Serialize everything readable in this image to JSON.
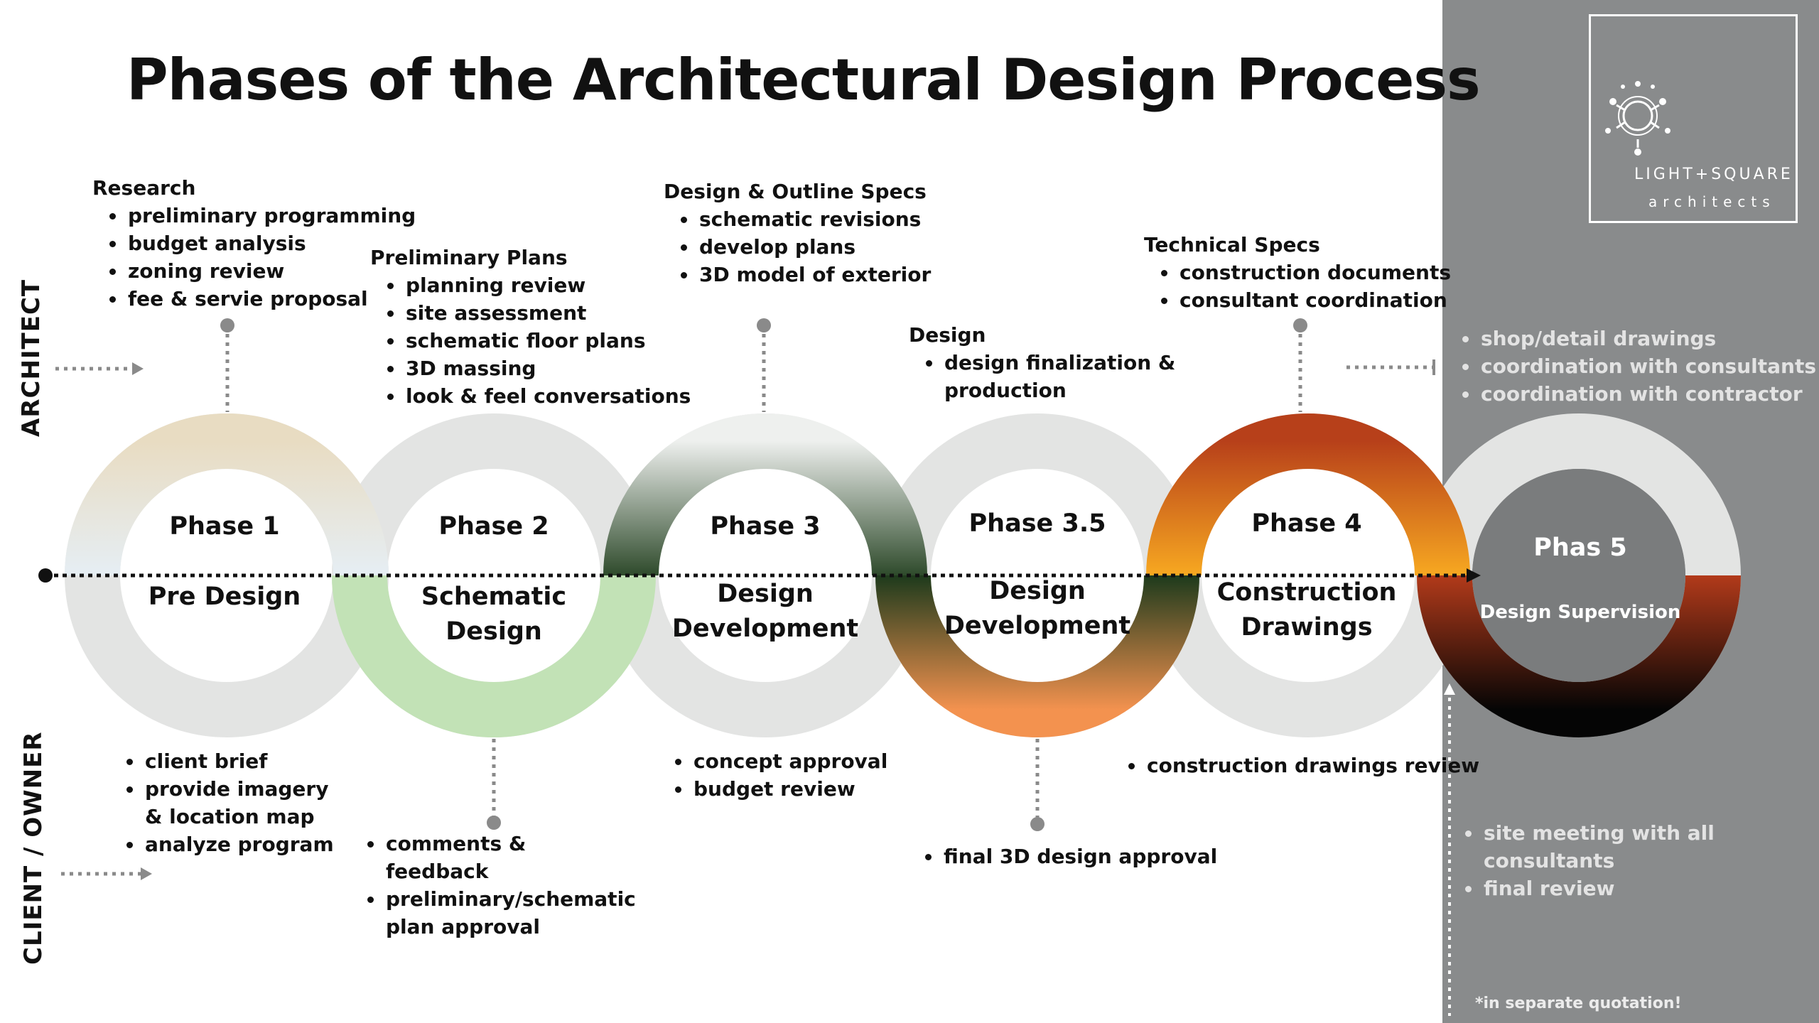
{
  "title": "Phases of the Architectural Design Process",
  "side_labels": {
    "architect": "ARCHITECT",
    "client": "CLIENT / OWNER"
  },
  "phases": [
    {
      "label": "Phase 1",
      "name": "Pre Design"
    },
    {
      "label": "Phase 2",
      "name": "Schematic\nDesign"
    },
    {
      "label": "Phase 3",
      "name": "Design\nDevelopment"
    },
    {
      "label": "Phase 3.5",
      "name": "Design\nDevelopment"
    },
    {
      "label": "Phase 4",
      "name": "Construction\nDrawings"
    },
    {
      "label": "Phas 5",
      "name": "Design Supervision"
    }
  ],
  "architect_tasks": [
    {
      "heading": "Research",
      "items": [
        "preliminary programming",
        "budget analysis",
        "zoning review",
        "fee & servie proposal"
      ]
    },
    {
      "heading": "Preliminary Plans",
      "items": [
        "planning review",
        "site assessment",
        "schematic floor plans",
        "3D massing",
        "look & feel conversations"
      ]
    },
    {
      "heading": "Design & Outline Specs",
      "items": [
        "schematic revisions",
        "develop plans",
        "3D model of exterior"
      ]
    },
    {
      "heading": "Design",
      "items": [
        "design  finalization  & production"
      ]
    },
    {
      "heading": "Technical Specs",
      "items": [
        "construction documents",
        "consultant coordination"
      ]
    },
    {
      "heading": "",
      "items": [
        "shop/detail drawings",
        "coordination with consultants",
        "coordination with contractor"
      ]
    }
  ],
  "client_tasks": [
    {
      "items": [
        "client brief",
        "provide  imagery  & location map",
        "analyze program"
      ]
    },
    {
      "items": [
        "comments & feedback",
        "preliminary/schematic plan approval"
      ]
    },
    {
      "items": [
        "concept approval",
        "budget review"
      ]
    },
    {
      "items": [
        "final 3D design approval"
      ]
    },
    {
      "items": [
        "construction drawings review"
      ]
    },
    {
      "items": [
        "site meeting with all consultants",
        "final review"
      ]
    }
  ],
  "logo": {
    "name": "LIGHT+SQUARE",
    "sub": "architects"
  },
  "footnote": "*in separate quotation!",
  "colors": {
    "panel": "#898b8c",
    "ring_base": "#e3e4e3",
    "phase1": "#e8dcc2",
    "phase2": "#c2e2b6",
    "phase3": "#2e4a2b",
    "phase35_dark": "#1d3a1c",
    "phase35_light": "#f3924f",
    "phase4_top": "#b7401a",
    "phase4_bottom": "#f7a821",
    "phase5": "#b23a1a"
  }
}
